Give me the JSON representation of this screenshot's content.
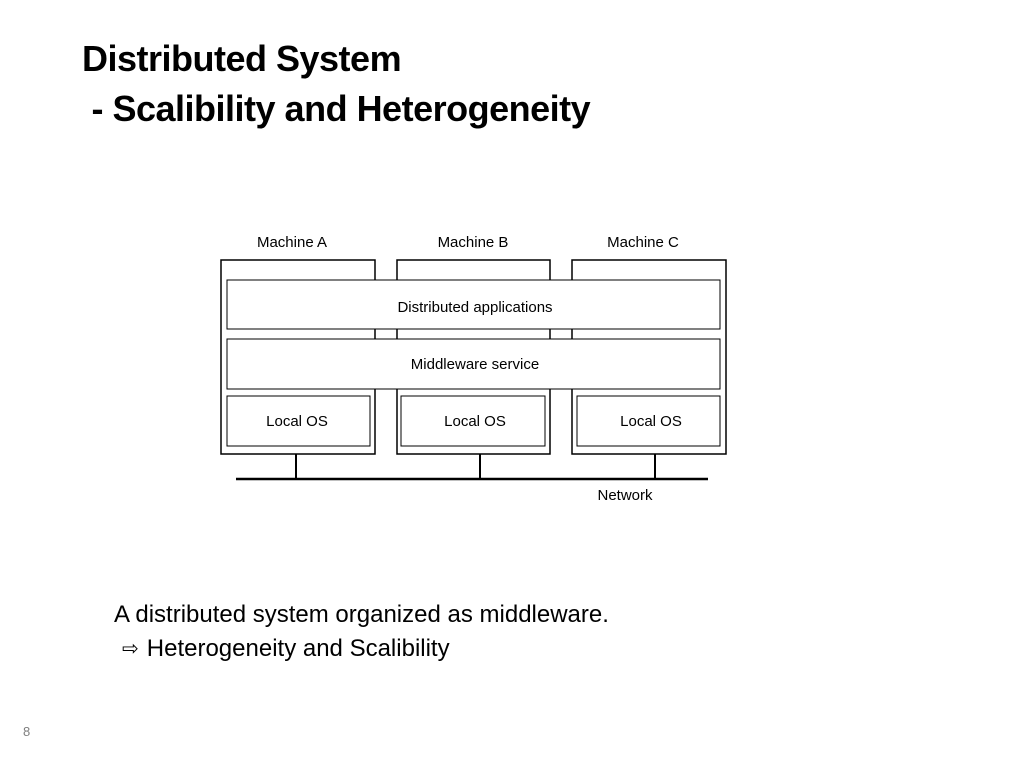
{
  "slide": {
    "title_line1": "Distributed System",
    "title_line2": " - Scalibility and Heterogeneity",
    "page_number": "8"
  },
  "diagram": {
    "machines": [
      "Machine A",
      "Machine B",
      "Machine C"
    ],
    "layers": {
      "applications": "Distributed applications",
      "middleware": "Middleware service",
      "local_os": [
        "Local OS",
        "Local OS",
        "Local OS"
      ]
    },
    "network_label": "Network"
  },
  "caption": {
    "line1": "A distributed system organized as middleware.",
    "arrow_icon": "right-arrow-outline-icon",
    "line2": "Heterogeneity and Scalibility"
  }
}
